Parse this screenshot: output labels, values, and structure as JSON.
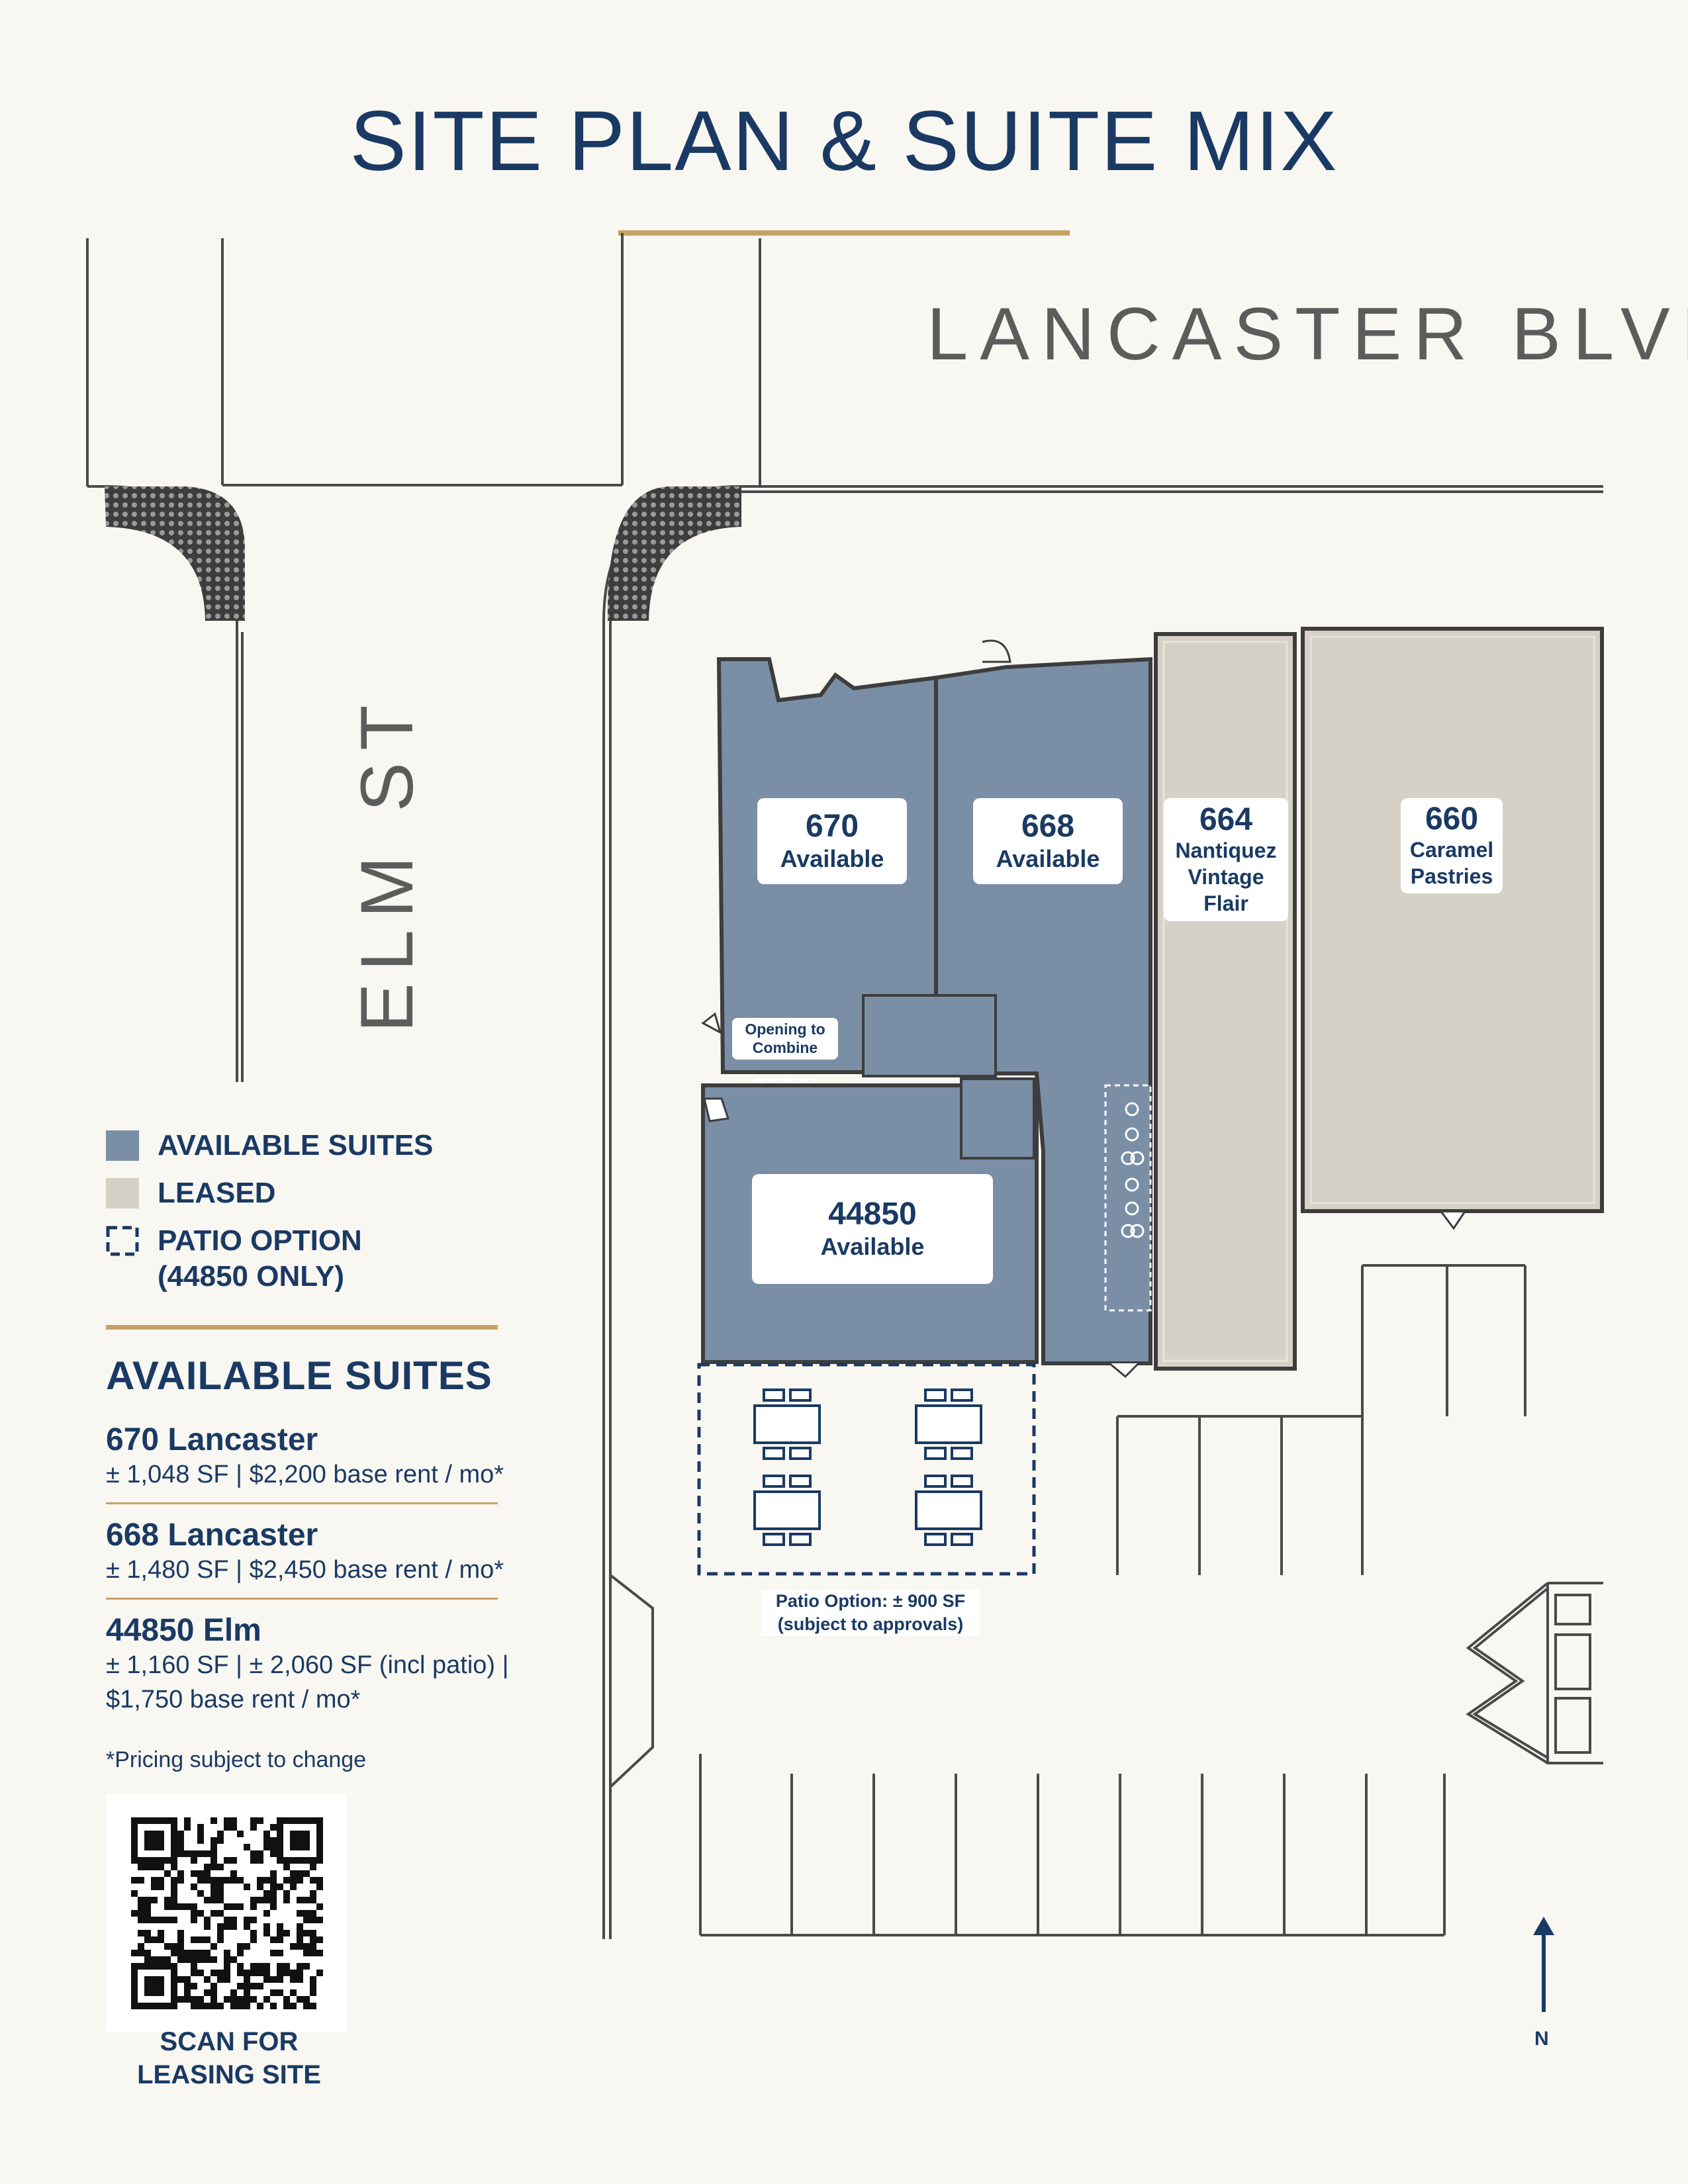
{
  "title": "SITE PLAN & SUITE MIX",
  "colors": {
    "navy": "#1a3a64",
    "gold": "#c7a163",
    "available": "#7a8ea6",
    "leased": "#d6d1c6",
    "background": "#f9f7f2"
  },
  "streets": {
    "lancaster": "LANCASTER BLVD",
    "elm": "ELM ST"
  },
  "suites": {
    "s670": {
      "number": "670",
      "status": "Available"
    },
    "s668": {
      "number": "668",
      "status": "Available"
    },
    "s664": {
      "number": "664",
      "tenant": "Nantiquez Vintage Flair"
    },
    "s660": {
      "number": "660",
      "tenant": "Caramel Pastries"
    },
    "s44850": {
      "number": "44850",
      "status": "Available"
    }
  },
  "opening_label": "Opening to Combine",
  "patio_label": "Patio Option: ± 900 SF (subject to approvals)",
  "legend": {
    "available": "AVAILABLE SUITES",
    "leased": "LEASED",
    "patio": "PATIO OPTION (44850 ONLY)"
  },
  "available_heading": "AVAILABLE SUITES",
  "units": [
    {
      "name": "670 Lancaster",
      "detail": "± 1,048 SF | $2,200 base rent / mo*"
    },
    {
      "name": "668 Lancaster",
      "detail": "± 1,480 SF | $2,450 base rent / mo*"
    },
    {
      "name": "44850 Elm",
      "detail": "± 1,160 SF | ± 2,060 SF (incl patio) | $1,750 base rent / mo*"
    }
  ],
  "pricing_note": "*Pricing subject to change",
  "qr_caption": "SCAN FOR LEASING SITE",
  "north": "N"
}
